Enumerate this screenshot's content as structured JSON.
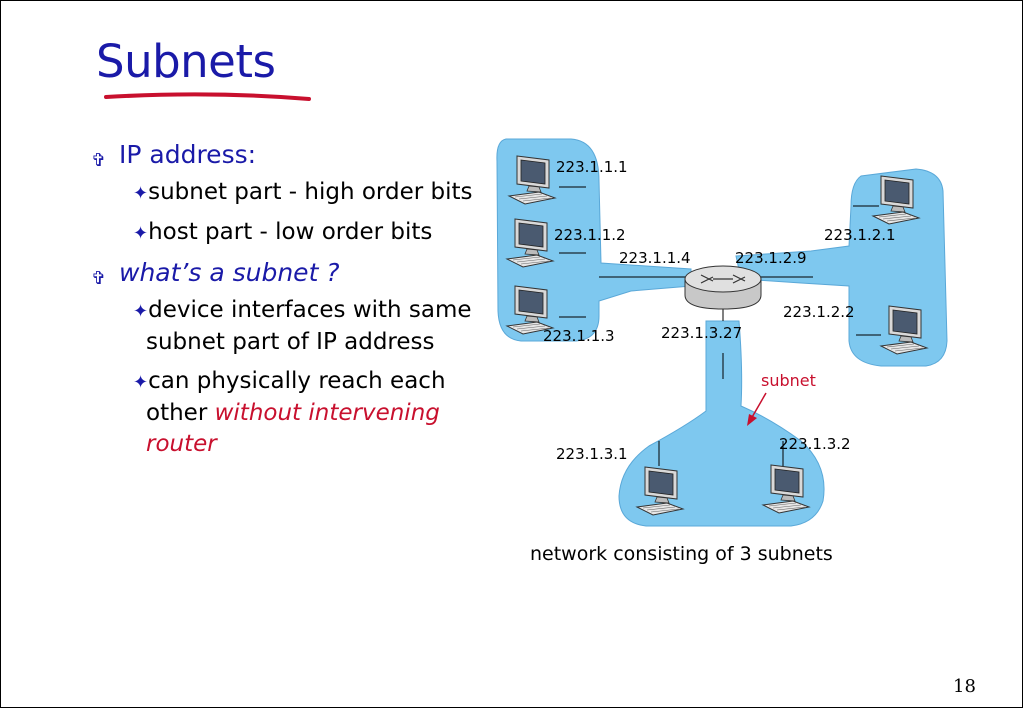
{
  "slide": {
    "title": "Subnets",
    "page_number": "18",
    "bullets": [
      {
        "text": "IP address:",
        "italic": false,
        "sub": [
          {
            "text": "subnet part - high order bits"
          },
          {
            "text": "host part - low order bits"
          }
        ]
      },
      {
        "text": "what’s a subnet ?",
        "italic": true,
        "sub": [
          {
            "text": "device interfaces with same subnet part of IP address"
          },
          {
            "text": "can physically reach each other ",
            "emph": "without intervening router"
          }
        ]
      }
    ],
    "diagram": {
      "labels": {
        "h111": "223.1.1.1",
        "h112": "223.1.1.2",
        "h113": "223.1.1.3",
        "r114": "223.1.1.4",
        "r129": "223.1.2.9",
        "h121": "223.1.2.1",
        "h122": "223.1.2.2",
        "r1327": "223.1.3.27",
        "h131": "223.1.3.1",
        "h132": "223.1.3.2",
        "subnet": "subnet"
      },
      "caption": "network consisting of 3 subnets"
    }
  }
}
